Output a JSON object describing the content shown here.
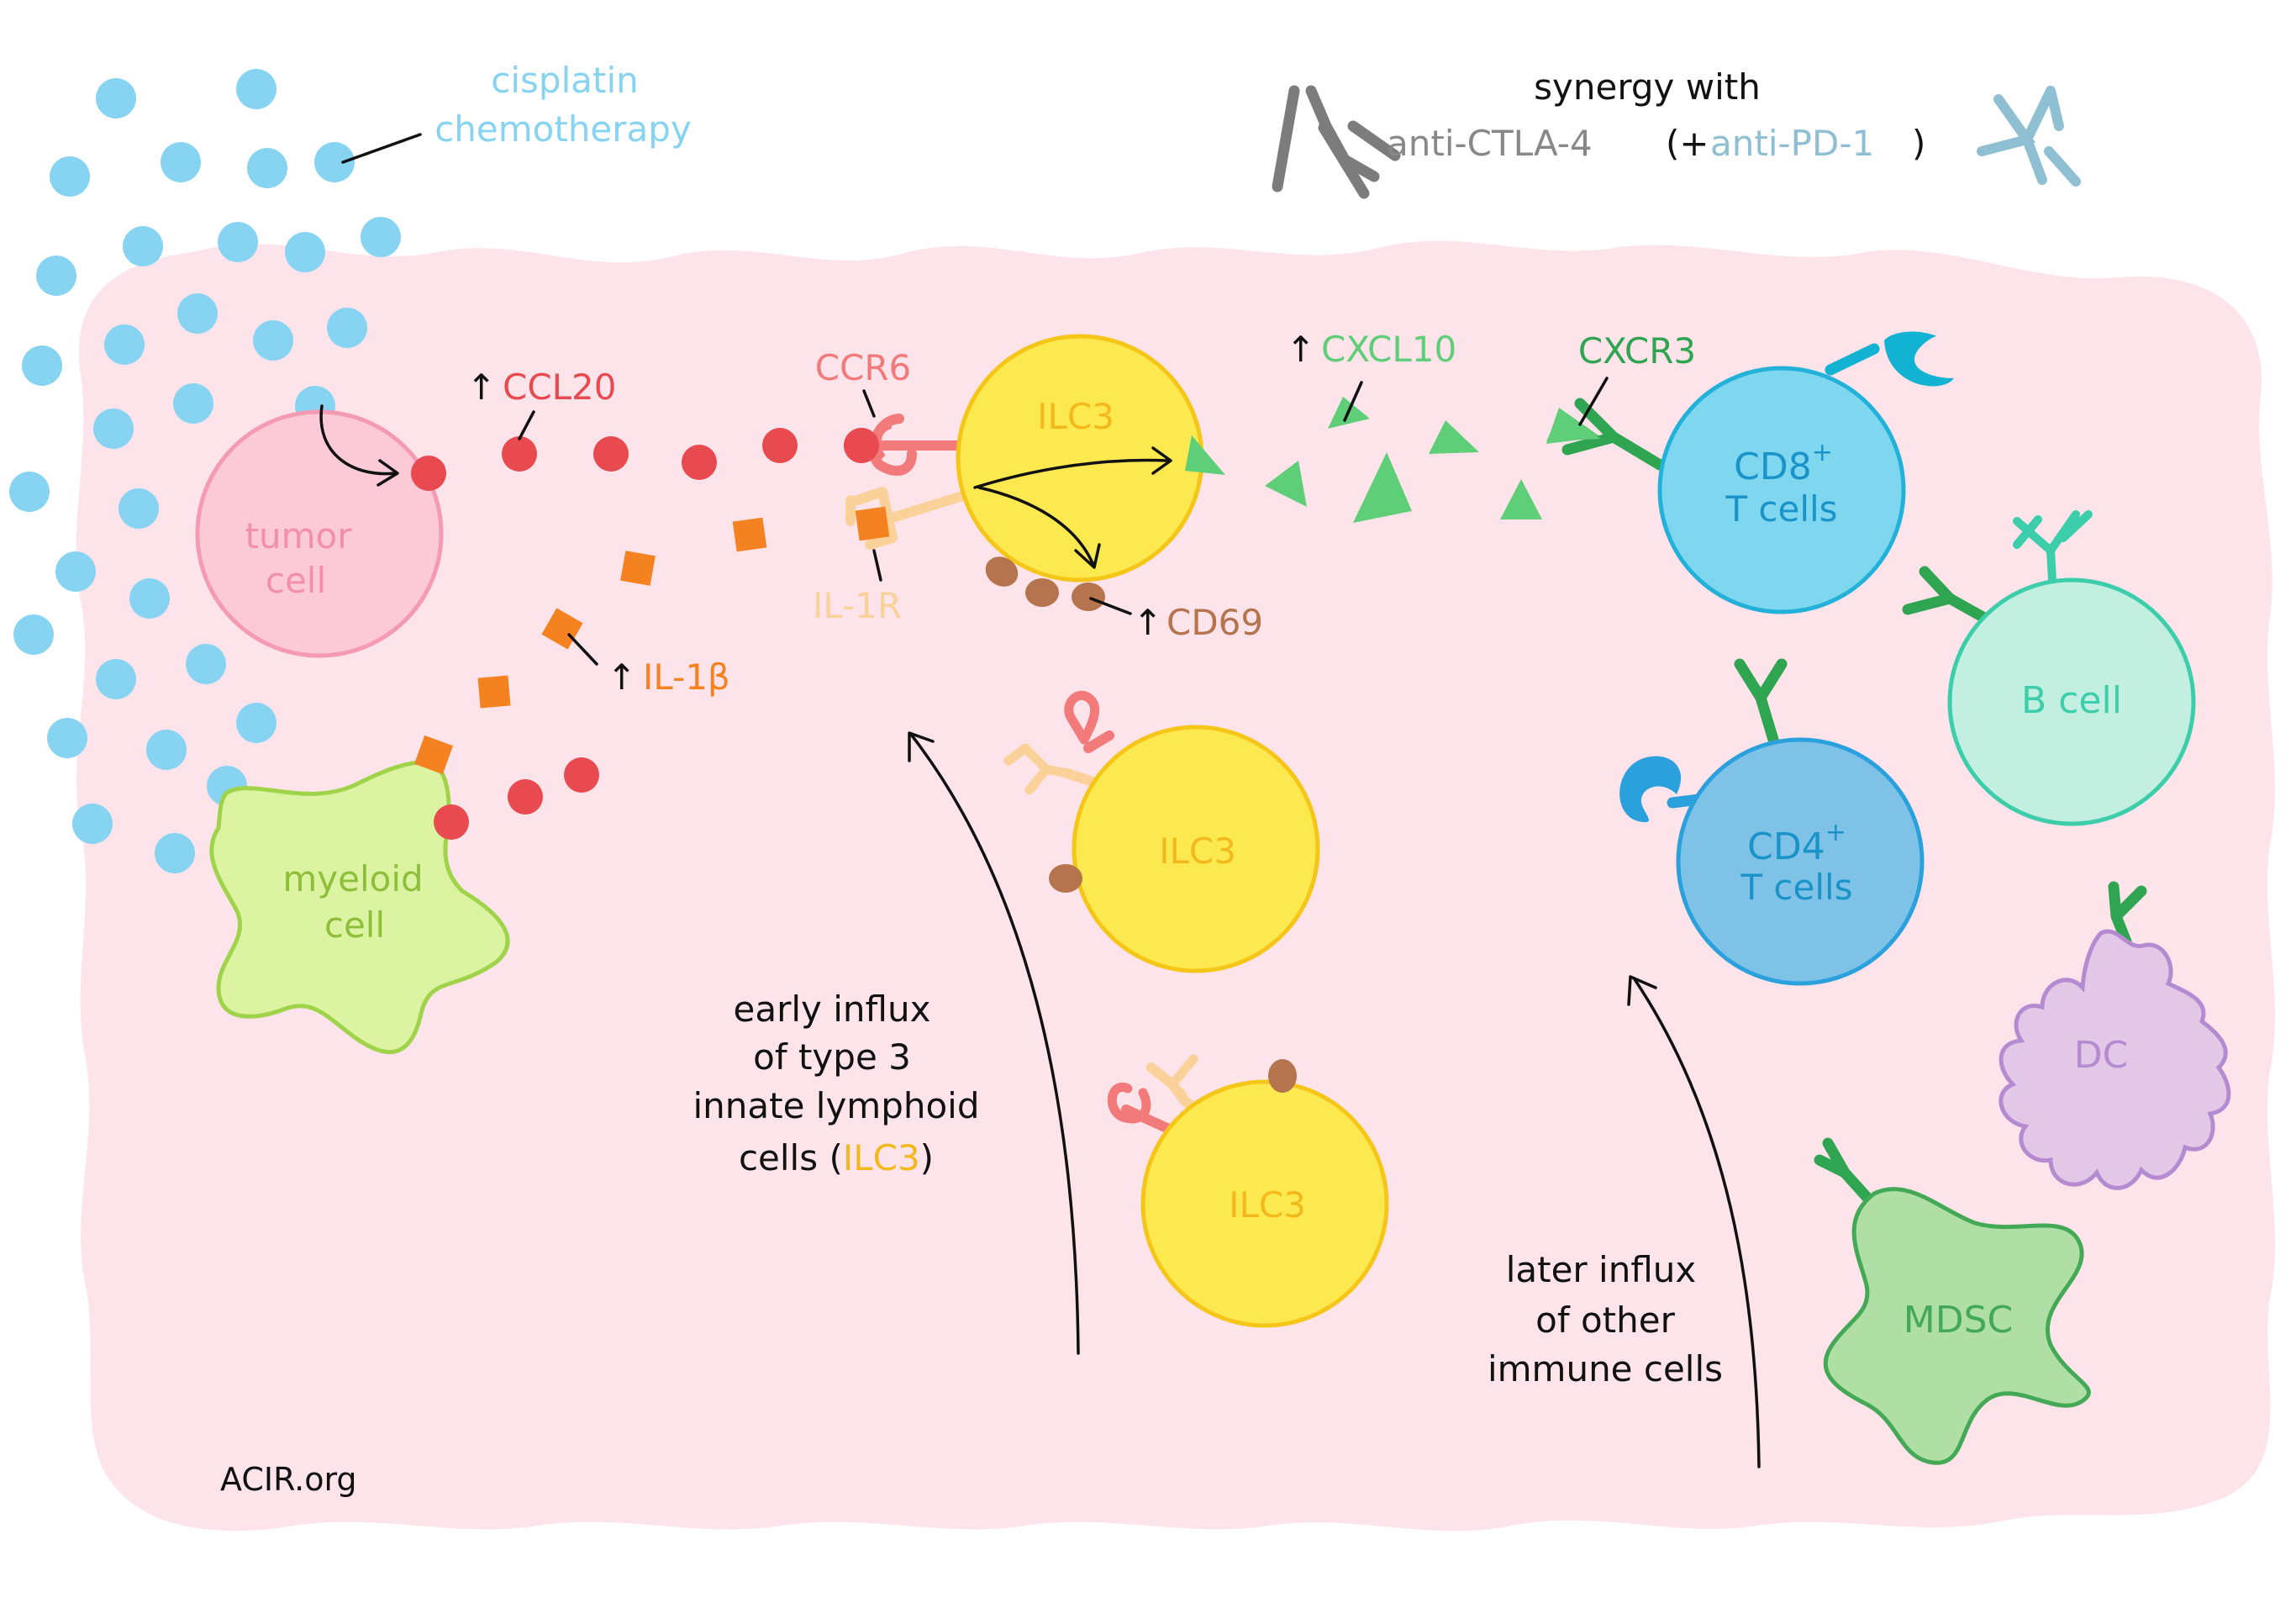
{
  "texts": {
    "cisplatin_1": "cisplatin",
    "cisplatin_2": "chemotherapy",
    "synergy": "synergy with",
    "anti_ctla4": "anti-CTLA-4",
    "plus_open": "(+",
    "anti_pd1": "anti-PD-1",
    "close_paren": ")",
    "tumor_1": "tumor",
    "tumor_2": "cell",
    "myeloid_1": "myeloid",
    "myeloid_2": "cell",
    "ccl20": "CCL20",
    "il1b": "IL-1β",
    "ccr6": "CCR6",
    "il1r": "IL-1R",
    "ilc3": "ILC3",
    "cd69": "CD69",
    "cxcl10": "CXCL10",
    "cxcr3": "CXCR3",
    "cd8_main": "CD8",
    "cd8_sup": "+",
    "cd8_sub": "T cells",
    "cd4_main": "CD4",
    "cd4_sup": "+",
    "cd4_sub": "T cells",
    "bcell": "B cell",
    "dc": "DC",
    "mdsc": "MDSC",
    "up": "↑",
    "early_1": "early influx",
    "early_2": "of type 3",
    "early_3": "innate lymphoid",
    "early_4a": "cells (",
    "early_4b": "ILC3",
    "early_4c": ")",
    "later_1": "later influx",
    "later_2": "of other",
    "later_3": "immune cells",
    "footer": "ACIR.org"
  },
  "colors": {
    "background": "#fde4ea",
    "cisplatin": "#86d3f2",
    "tumor_fill": "#fcc9d6",
    "tumor_stroke": "#f59ab3",
    "tumor_text": "#f28fab",
    "ccl20": "#e84a4f",
    "ccr6": "#f37a7a",
    "il1b": "#f58220",
    "il1r": "#fbd19a",
    "ilc3_fill": "#fce84f",
    "ilc3_stroke": "#f5c518",
    "ilc3_text": "#f3b81c",
    "cd69": "#b5734e",
    "cxcl10": "#5fce78",
    "cxcr3": "#2fa551",
    "cd8_fill": "#7fd7ef",
    "cd8_stroke": "#22b1d9",
    "cd8_text": "#1a93c9",
    "cd4_fill": "#7fc2e8",
    "cd4_stroke": "#2aa0dc",
    "bcell_fill": "#c3efe0",
    "bcell_stroke": "#3ccdaa",
    "dc_fill": "#e2c7e6",
    "dc_stroke": "#b48bd0",
    "mdsc_fill": "#b0dfa6",
    "mdsc_stroke": "#44a957",
    "myeloid_fill": "#dcf3a2",
    "myeloid_stroke": "#9fd34a",
    "ctla4": "#7c7c7c",
    "pd1": "#8fbfd3"
  }
}
